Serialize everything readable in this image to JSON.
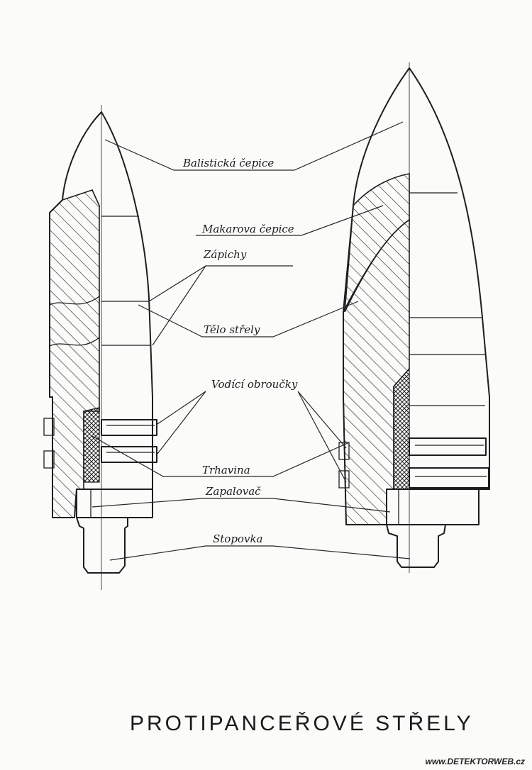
{
  "labels": {
    "balisticka_cepice": "Balistická čepice",
    "makarova_cepice": "Makarova čepice",
    "zapichy": "Zápichy",
    "telo_strely": "Tělo střely",
    "vodici_obroucky": "Vodící obroučky",
    "trhavina": "Trhavina",
    "zapalovac": "Zapalovač",
    "stopovka": "Stopovka"
  },
  "title": "PROTIPANCEŘOVÉ STŘELY",
  "watermark": "www.DETEKTORWEB.cz",
  "colors": {
    "ink": "#1e1e1e",
    "paper": "#fbfbfa"
  }
}
